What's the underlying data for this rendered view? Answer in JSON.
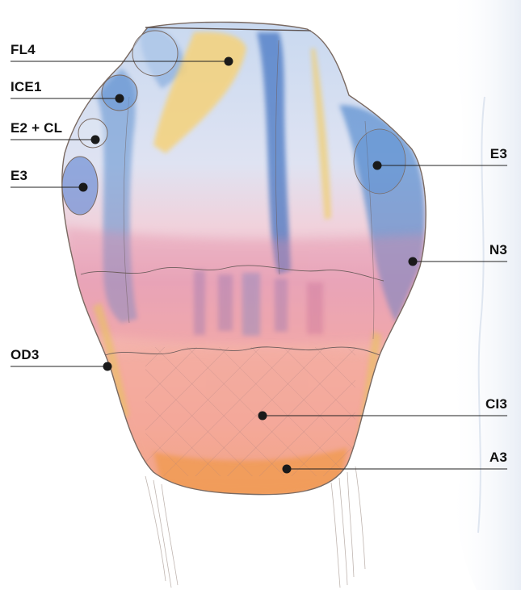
{
  "colors": {
    "background": "#ffffff",
    "label_text": "#111111",
    "leader_line": "#222222",
    "marker": "#1a1a1a",
    "sheet_white": "#f6f8fb",
    "wash_blue": "#5b8fcf",
    "wash_blue_light": "#b9cfe9",
    "wash_pink": "#e9a2b2",
    "wash_salmon": "#f2a594",
    "wash_orange": "#f0a45a",
    "wash_yellow": "#f5d27a",
    "outline_pencil": "#7a6a62"
  },
  "labels": {
    "fl4": "FL4",
    "ice1": "ICE1",
    "e2cl": "E2 + CL",
    "e3_left": "E3",
    "od3": "OD3",
    "e3_right": "E3",
    "n3": "N3",
    "ci3": "CI3",
    "a3": "A3"
  }
}
